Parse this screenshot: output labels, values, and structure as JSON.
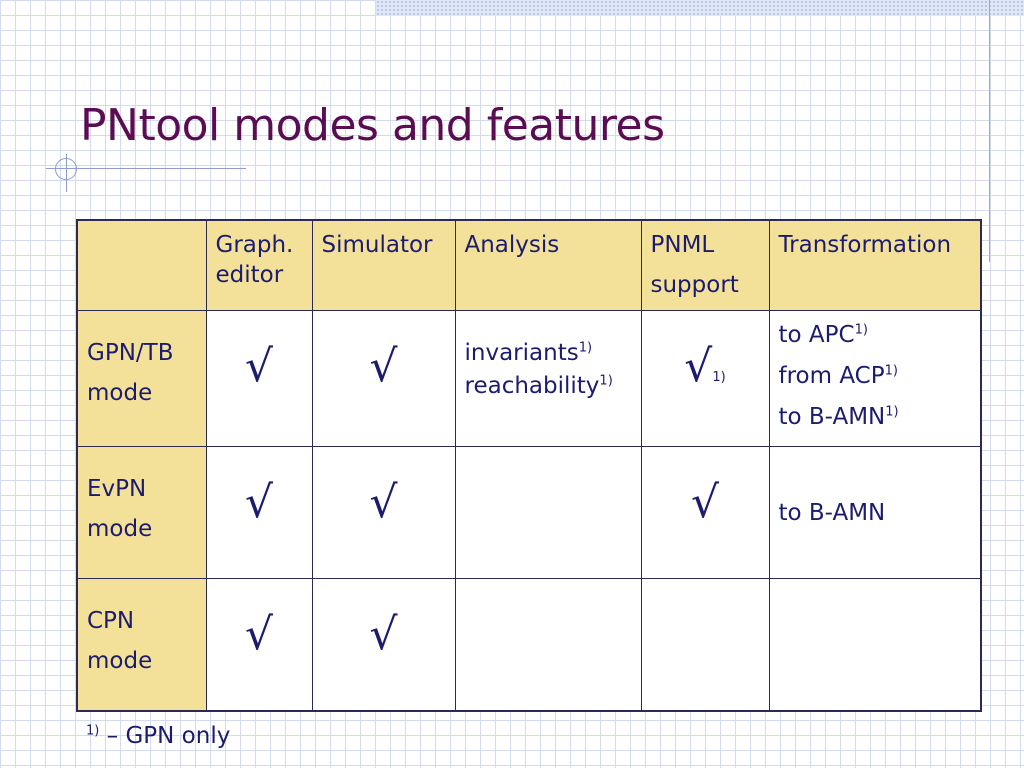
{
  "title": "PNtool modes and features",
  "table": {
    "headers": [
      "",
      "Graph. editor",
      "Simulator",
      "Analysis",
      "PNML support",
      "Transformation"
    ],
    "header_lines": [
      [],
      [
        "Graph.",
        "editor"
      ],
      [
        "Simulator"
      ],
      [
        "Analysis"
      ],
      [
        "PNML",
        "support"
      ],
      [
        "Transformation"
      ]
    ],
    "rows": [
      {
        "mode_lines": [
          "GPN/TB",
          "mode"
        ],
        "editor": "√",
        "simulator": "√",
        "analysis": [
          "invariants",
          "reachability"
        ],
        "analysis_mark": "1)",
        "pnml": "√",
        "pnml_mark": "1)",
        "transformation": [
          "to APC",
          "from ACP",
          "to B-AMN"
        ],
        "transformation_mark": "1)"
      },
      {
        "mode_lines": [
          "EvPN",
          "mode"
        ],
        "editor": "√",
        "simulator": "√",
        "analysis": [],
        "pnml": "√",
        "transformation": [
          "to B-AMN"
        ]
      },
      {
        "mode_lines": [
          "CPN",
          "mode"
        ],
        "editor": "√",
        "simulator": "√",
        "analysis": [],
        "pnml": "",
        "transformation": []
      }
    ]
  },
  "footnote": {
    "mark": "1)",
    "text": "– GPN only"
  },
  "colors": {
    "title": "#5a0d52",
    "text": "#1c1c6e",
    "header_fill": "#f3e19a",
    "grid": "#d4dbef",
    "border": "#2a2a52"
  }
}
